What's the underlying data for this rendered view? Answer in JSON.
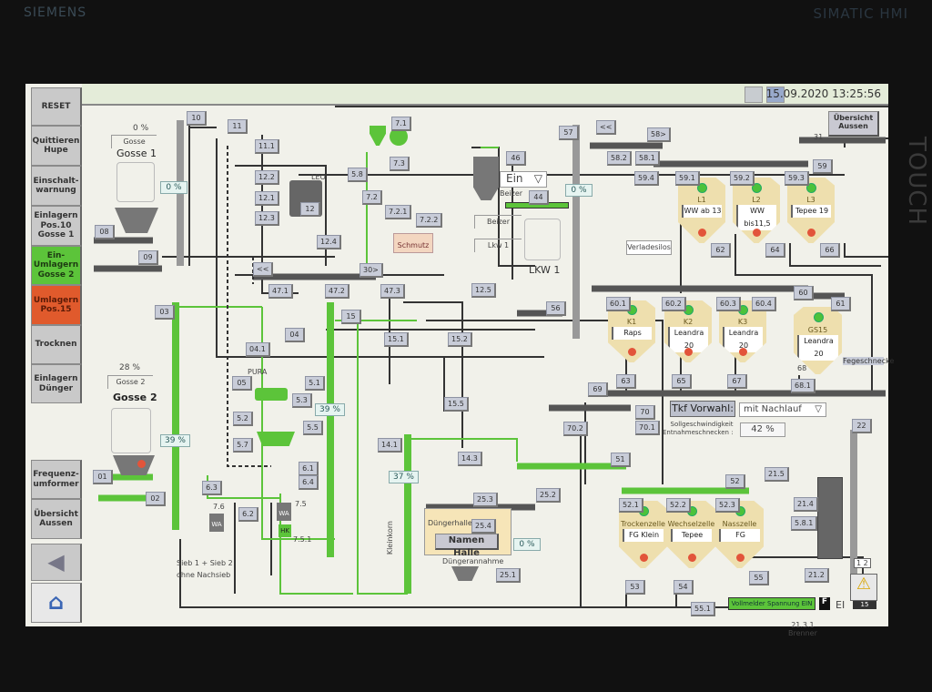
{
  "bezel": {
    "brand": "SIEMENS",
    "model": "SIMATIC HMI",
    "touch": "TOUCH"
  },
  "header": {
    "datetime": "15.09.2020 13:25:56"
  },
  "sidebar": [
    {
      "label": "RESET",
      "state": "normal"
    },
    {
      "label": "Quittieren\nHupe",
      "state": "normal"
    },
    {
      "label": "Einschalt-\nwarnung",
      "state": "normal"
    },
    {
      "label": "Einlagern\nPos.10\nGosse 1",
      "state": "normal"
    },
    {
      "label": "Ein-\nUmlagern\nGosse 2",
      "state": "active"
    },
    {
      "label": "Umlagern\nPos.15",
      "state": "alarm"
    },
    {
      "label": "Trocknen",
      "state": "normal"
    },
    {
      "label": "Einlagern\nDünger",
      "state": "normal"
    },
    {
      "label": "Frequenz-\numformer",
      "state": "normal"
    },
    {
      "label": "Übersicht\nAussen",
      "state": "normal"
    }
  ],
  "nav": {
    "back": "back-arrow-icon",
    "home": "home-icon"
  },
  "overview_button": "Übersicht\nAussen",
  "gosse1": {
    "title": "Gosse 1",
    "field": "Gosse",
    "percent": "0 %",
    "elevator_percent": "0 %"
  },
  "gosse2": {
    "title": "Gosse 2",
    "field": "Gosse 2",
    "percent": "28 %",
    "elevator_percent": "39 %"
  },
  "percents": {
    "elev15": "39 %",
    "kleinkorn": "37 %",
    "duenger": "0 %",
    "elev57": "0 %"
  },
  "labels": {
    "leo": "LEO",
    "pura": "PURA",
    "schmutz": "Schmutz",
    "beizer_small": "Beizer",
    "beizer": "Beizer",
    "lkw_field": "Lkw 1",
    "lkw": "LKW 1",
    "verladesilos": "Verladesilos",
    "sieb": "Sieb 1 + Sieb 2\nohne Nachsieb",
    "kleinkorn": "Kleinkorn",
    "duengerhalle": "Düngerhalle",
    "duengerannahme": "Düngerannahme",
    "brenner": "21.3.1\nBrenner",
    "wa1": "WA",
    "wa2": "WA",
    "hk": "HK",
    "t76": "7.6",
    "t75": "7.5",
    "t751": "7.5.1",
    "t31": "31",
    "sollgeschw": "Sollgeschwindigkeit\nEntnahmeschnecken :",
    "fegeschnecke": "Fegeschnecke",
    "t68": "68",
    "bins": "1 2",
    "alarm_count": "15",
    "ein_status": "EI",
    "vollmelder": "Vollmelder Spannung EIN",
    "f": "F"
  },
  "beizer_select": "Ein",
  "namen_halle": "Namen Halle",
  "tkf": {
    "label": "Tkf Vorwahl:",
    "value": "mit Nachlauf",
    "speed": "42 %"
  },
  "silos_l": [
    {
      "name": "L1",
      "product": "WW ab 13"
    },
    {
      "name": "L2",
      "product": "WW bis11,5"
    },
    {
      "name": "L3",
      "product": "Tepee 19"
    }
  ],
  "silos_k": [
    {
      "name": "K1",
      "product": "Raps"
    },
    {
      "name": "K2",
      "product": "Leandra 20"
    },
    {
      "name": "K3",
      "product": "Leandra 20"
    },
    {
      "name": "GS15",
      "product": "Leandra 20"
    }
  ],
  "cells": [
    {
      "name": "Trockenzelle",
      "product": "FG Klein"
    },
    {
      "name": "Wechselzelle",
      "product": "Tepee"
    },
    {
      "name": "Nasszelle",
      "product": "FG"
    }
  ],
  "tags": [
    "10",
    "11",
    "11.1",
    "12.2",
    "12.1",
    "12.3",
    "12",
    "12.4",
    "08",
    "09",
    "<<",
    "47.1",
    "47.2",
    "47.3",
    "30>",
    "7.1",
    "7.3",
    "5.8",
    "7.2",
    "7.2.1",
    "7.2.2",
    "46",
    "44",
    "57",
    "<<",
    "58>",
    "58.2",
    "58.1",
    "59.4",
    "59.1",
    "59.2",
    "59.3",
    "59",
    "62",
    "64",
    "66",
    "12.5",
    "56",
    "60",
    "60.1",
    "60.2",
    "60.3",
    "60.4",
    "61",
    "63",
    "65",
    "67",
    "68.1",
    "69",
    "70",
    "70.1",
    "70.2",
    "22",
    "03",
    "04",
    "04.1",
    "05",
    "5.1",
    "5.3",
    "5.2",
    "5.5",
    "5.7",
    "6.1",
    "6.4",
    "6.3",
    "6.2",
    "01",
    "02",
    "15",
    "15.1",
    "15.2",
    "15.5",
    "14.1",
    "14.3",
    "25.3",
    "25.4",
    "25.2",
    "25.1",
    "51",
    "52",
    "52.1",
    "52.2",
    "52.3",
    "21.5",
    "21.4",
    "5.8.1",
    "21.2",
    "53",
    "54",
    "55",
    "55.1"
  ]
}
